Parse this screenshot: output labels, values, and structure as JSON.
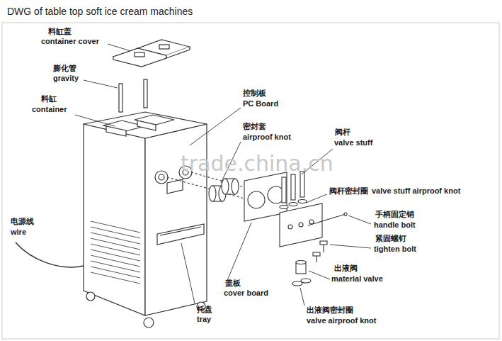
{
  "diagram": {
    "title": "DWG of table top soft ice cream machines",
    "labels": [
      "料缸盖",
      "container cover",
      "膨化管",
      "gravity",
      "料缸",
      "container",
      "控制板",
      "PC Board",
      "密封套",
      "airproof knot",
      "阀杆",
      "valve stuff",
      "阀杆密封圈",
      "valve stuff airproof knot",
      "手柄固定销",
      "handle bolt",
      "紧固螺钉",
      "tighten bolt",
      "出液阀",
      "material valve",
      "出液阀密封圈",
      "valve airproof knot",
      "盖板",
      "cover board",
      "托盘",
      "tray",
      "电源线",
      "wire",
      "trade.china.cn"
    ]
  }
}
